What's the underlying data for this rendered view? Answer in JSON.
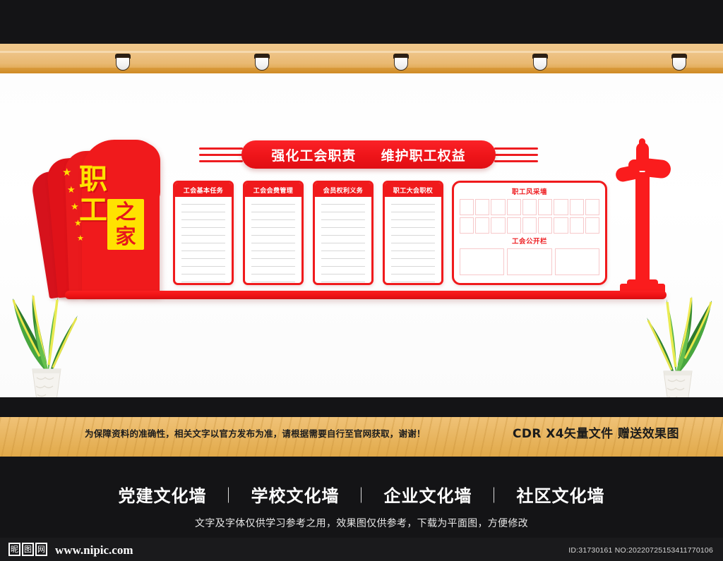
{
  "poster": {
    "banner": {
      "left_text": "强化工会职责",
      "right_text": "维护职工权益"
    },
    "title_block": {
      "line1": "职",
      "line2": "工",
      "boxed": "之家",
      "star_glyph": "★",
      "star_count": 5,
      "colors": {
        "red": "#f01a1c",
        "yellow": "#ffe200"
      }
    },
    "columns": [
      {
        "header": "工会基本任务",
        "line_count": 11
      },
      {
        "header": "工会会费管理",
        "line_count": 11
      },
      {
        "header": "会员权利义务",
        "line_count": 11
      },
      {
        "header": "职工大会职权",
        "line_count": 11
      }
    ],
    "showcase_panel": {
      "photo_wall_title": "职工风采墙",
      "photo_grid_columns": 9,
      "photo_grid_rows": 2,
      "bulletin_title": "工会公开栏",
      "bulletin_boxes": 3
    },
    "ceiling": {
      "lamp_count": 5
    },
    "ornament": {
      "name": "huabiao-column"
    },
    "plants": {
      "left": "snake-plant",
      "right": "snake-plant"
    }
  },
  "floor": {
    "note": "为保障资料的准确性，相关文字以官方发布为准，请根据需要自行至官网获取，谢谢！",
    "promo": "CDR X4矢量文件  赠送效果图"
  },
  "bottom": {
    "categories": [
      "党建文化墙",
      "学校文化墙",
      "企业文化墙",
      "社区文化墙"
    ],
    "separator": "｜",
    "disclaimer": "文字及字体仅供学习参考之用，效果图仅供参考，下载为平面图，方便修改"
  },
  "footer": {
    "logo_chars": [
      "昵",
      "图",
      "网"
    ],
    "url": "www.nipic.com",
    "id_line": "ID:31730161 NO:20220725153411770106"
  }
}
